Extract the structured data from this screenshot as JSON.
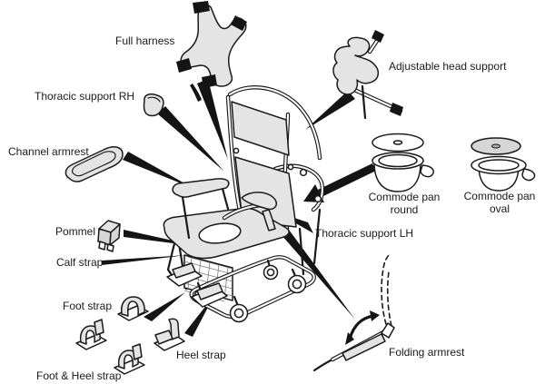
{
  "diagram": {
    "type": "exploded-parts-diagram",
    "background_color": "#ffffff",
    "line_color": "#1a1a1a",
    "part_fill_color": "#e4e4e4",
    "arrow_color": "#141414",
    "labels": {
      "full_harness": "Full harness",
      "thoracic_support_rh": "Thoracic support RH",
      "channel_armrest": "Channel armrest",
      "pommel": "Pommel",
      "calf_strap": "Calf strap",
      "foot_strap": "Foot strap",
      "foot_and_heel_strap": "Foot & Heel strap",
      "heel_strap": "Heel strap",
      "adjustable_head_support": "Adjustable head support",
      "commode_pan_round_line1": "Commode pan",
      "commode_pan_round_line2": "round",
      "commode_pan_oval_line1": "Commode pan",
      "commode_pan_oval_line2": "oval",
      "thoracic_support_lh": "Thoracic support LH",
      "folding_armrest": "Folding armrest"
    }
  }
}
